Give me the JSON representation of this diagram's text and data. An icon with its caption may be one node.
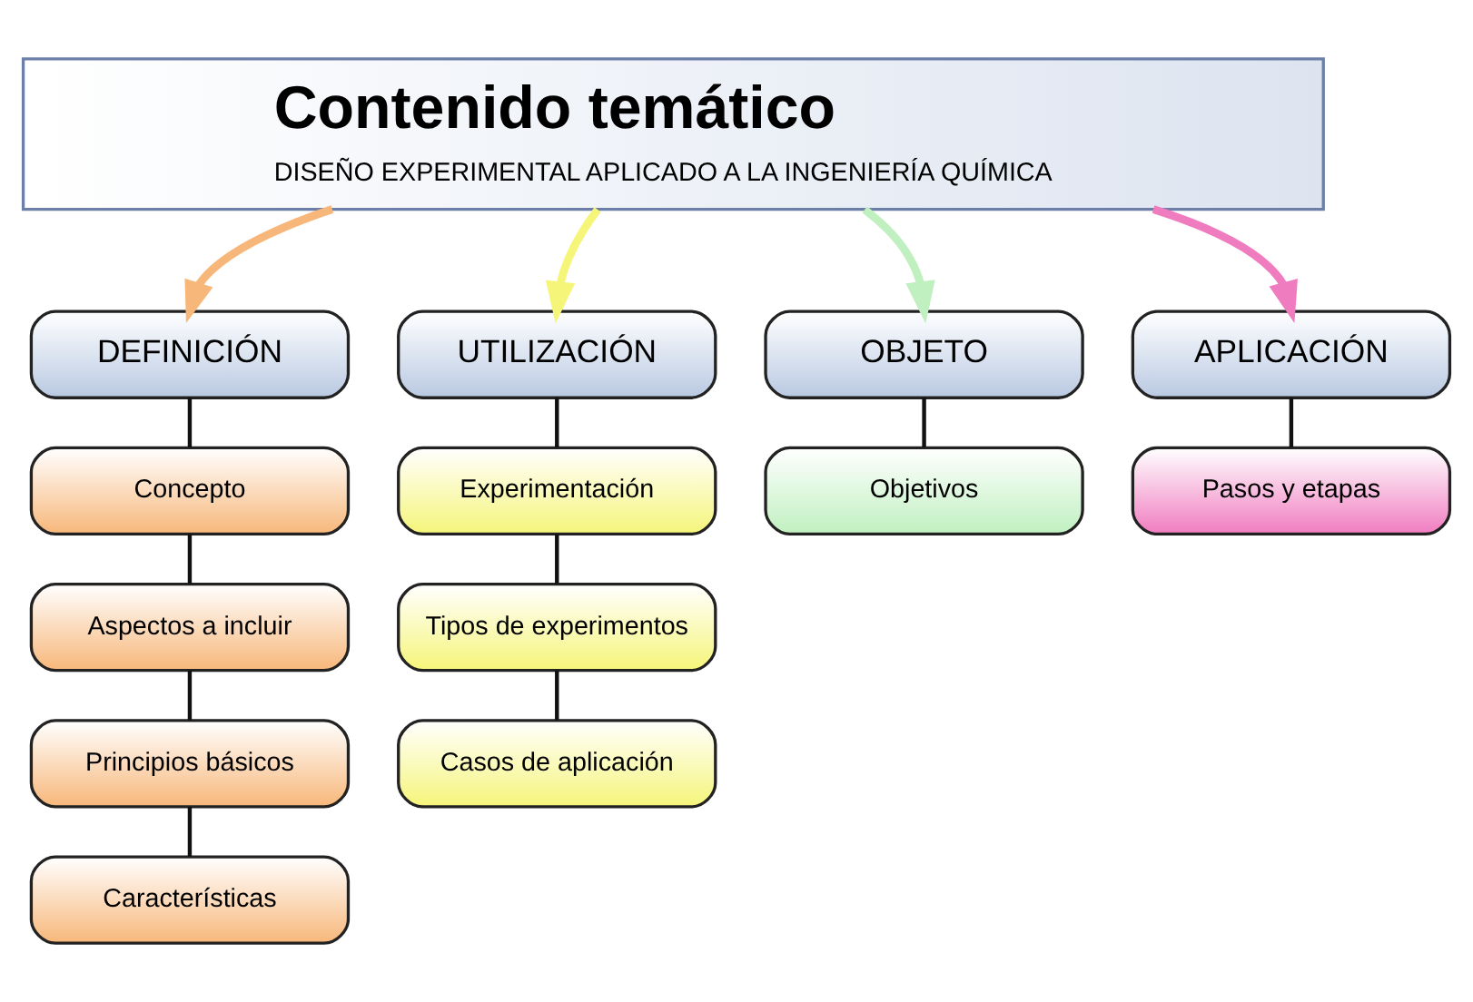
{
  "diagram": {
    "nodes": [
      {
        "text": [
          "Contenido temático",
          "DISEÑO EXPERIMENTAL APLICADO A LA INGENIERÍA QUÍMICA"
        ]
      },
      {
        "text": [
          "DEFINICIÓN"
        ]
      },
      {
        "text": [
          "UTILIZACIÓN"
        ]
      },
      {
        "text": [
          "OBJETO"
        ]
      },
      {
        "text": [
          "APLICACIÓN"
        ]
      },
      {
        "text": [
          "Concepto"
        ]
      },
      {
        "text": [
          "Aspectos a incluir"
        ]
      },
      {
        "text": [
          "Principios básicos"
        ]
      },
      {
        "text": [
          "Características"
        ]
      },
      {
        "text": [
          "Experimentación"
        ]
      },
      {
        "text": [
          "Tipos de experimentos"
        ]
      },
      {
        "text": [
          "Casos de aplicación"
        ]
      },
      {
        "text": [
          "Objetivos"
        ]
      },
      {
        "text": [
          "Pasos y etapas"
        ]
      }
    ],
    "edges": [
      {
        "from": 0,
        "to": 1,
        "arrow": "to",
        "style": "thick",
        "color": "#f7b77a"
      },
      {
        "from": 0,
        "to": 2,
        "arrow": "to",
        "style": "thick",
        "color": "#f5f57a"
      },
      {
        "from": 0,
        "to": 3,
        "arrow": "to",
        "style": "thick",
        "color": "#c0f0c0"
      },
      {
        "from": 0,
        "to": 4,
        "arrow": "to",
        "style": "thick",
        "color": "#f07cc0"
      },
      {
        "from": 1,
        "to": 5,
        "arrow": "none"
      },
      {
        "from": 5,
        "to": 6,
        "arrow": "none"
      },
      {
        "from": 6,
        "to": 7,
        "arrow": "none"
      },
      {
        "from": 7,
        "to": 8,
        "arrow": "none"
      },
      {
        "from": 2,
        "to": 9,
        "arrow": "none"
      },
      {
        "from": 9,
        "to": 10,
        "arrow": "none"
      },
      {
        "from": 10,
        "to": 11,
        "arrow": "none"
      },
      {
        "from": 3,
        "to": 12,
        "arrow": "none"
      },
      {
        "from": 4,
        "to": 13,
        "arrow": "none"
      }
    ]
  }
}
